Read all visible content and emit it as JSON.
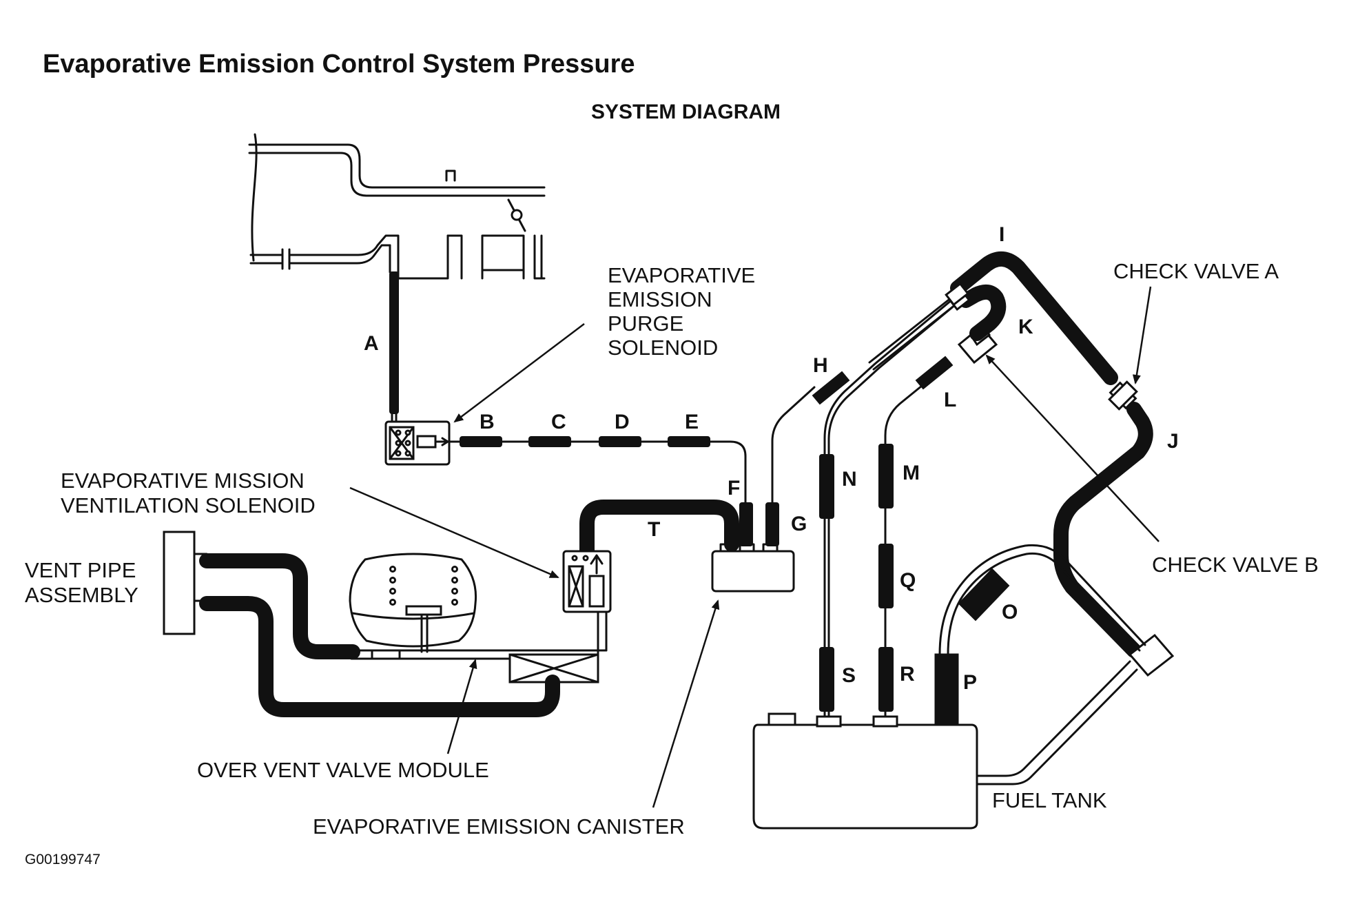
{
  "title": "Evaporative Emission Control System Pressure",
  "subtitle": "SYSTEM DIAGRAM",
  "figure_id": "G00199747",
  "components": {
    "purge_solenoid": [
      "EVAPORATIVE",
      "EMISSION",
      "PURGE",
      "SOLENOID"
    ],
    "ventilation_solenoid": [
      "EVAPORATIVE MISSION",
      "VENTILATION SOLENOID"
    ],
    "vent_pipe": [
      "VENT PIPE",
      "ASSEMBLY"
    ],
    "over_vent_valve": "OVER VENT VALVE MODULE",
    "canister": "EVAPORATIVE EMISSION CANISTER",
    "fuel_tank": "FUEL TANK",
    "check_valve_a": "CHECK VALVE A",
    "check_valve_b": "CHECK VALVE B"
  },
  "hose_letters": {
    "A": "A",
    "B": "B",
    "C": "C",
    "D": "D",
    "E": "E",
    "F": "F",
    "G": "G",
    "H": "H",
    "I": "I",
    "J": "J",
    "K": "K",
    "L": "L",
    "M": "M",
    "N": "N",
    "O": "O",
    "P": "P",
    "Q": "Q",
    "R": "R",
    "S": "S",
    "T": "T"
  }
}
